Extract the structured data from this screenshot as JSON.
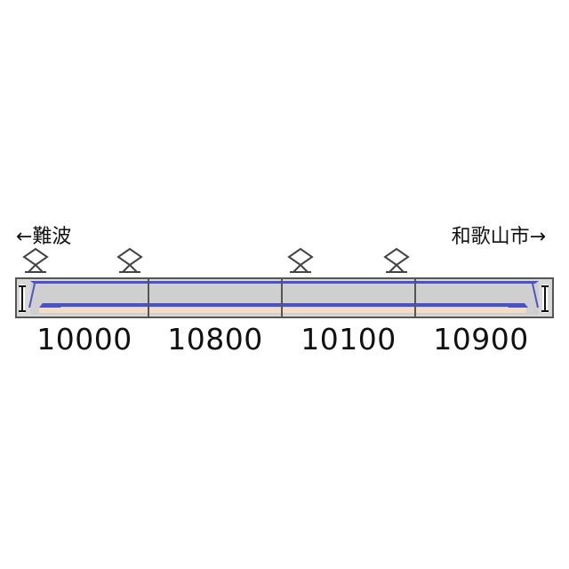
{
  "directions": {
    "left": "←難波",
    "right": "和歌山市→"
  },
  "cars": [
    {
      "number": "10000",
      "pantograph": true,
      "cab": "left"
    },
    {
      "number": "10800",
      "pantograph": false,
      "cab": "none"
    },
    {
      "number": "10100",
      "pantograph": true,
      "cab": "none"
    },
    {
      "number": "10900",
      "pantograph": false,
      "cab": "right"
    }
  ],
  "colors": {
    "body": "#cfcfcf",
    "stripe": "#4a52c8",
    "skirt": "#f2dcc4",
    "outline": "#555555",
    "pantograph": "#444444"
  }
}
